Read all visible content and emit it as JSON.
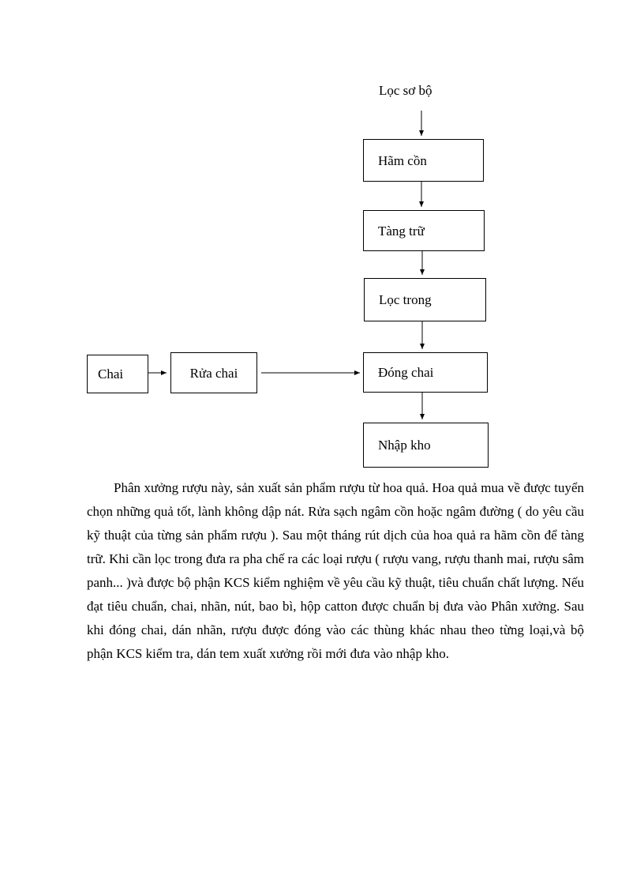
{
  "diagram": {
    "start_label": "Lọc sơ bộ",
    "steps": {
      "ham_con": "Hãm cồn",
      "tang_tru": "Tàng trữ",
      "loc_trong": "Lọc trong",
      "dong_chai": "Đóng chai",
      "nhap_kho": "Nhập kho"
    },
    "side": {
      "chai": "Chai",
      "rua_chai": "Rửa chai"
    }
  },
  "paragraph": {
    "text": "Phân xưởng rượu này, sản xuất sản phẩm rượu từ hoa quả. Hoa quả mua về được tuyển chọn những quả tốt, lành không dập nát. Rửa sạch ngâm cồn hoặc ngâm đường ( do yêu cầu kỹ thuật của từng sản phẩm rượu ). Sau một tháng rút dịch của hoa quả ra hãm cồn để tàng trữ. Khi cần lọc trong đưa ra pha chế ra các loại rượu ( rượu vang, rượu thanh mai, rượu sâm panh... )và được bộ phận KCS kiểm nghiệm về yêu cầu kỹ thuật, tiêu chuẩn chất lượng. Nếu đạt tiêu chuẩn, chai, nhãn, nút, bao bì, hộp catton được chuẩn bị đưa vào Phân xưởng. Sau khi đóng chai, dán nhãn, rượu được đóng vào các thùng khác nhau theo từng loại,và bộ phận KCS kiểm tra, dán tem xuất xưởng rồi mới đưa vào nhập kho."
  }
}
